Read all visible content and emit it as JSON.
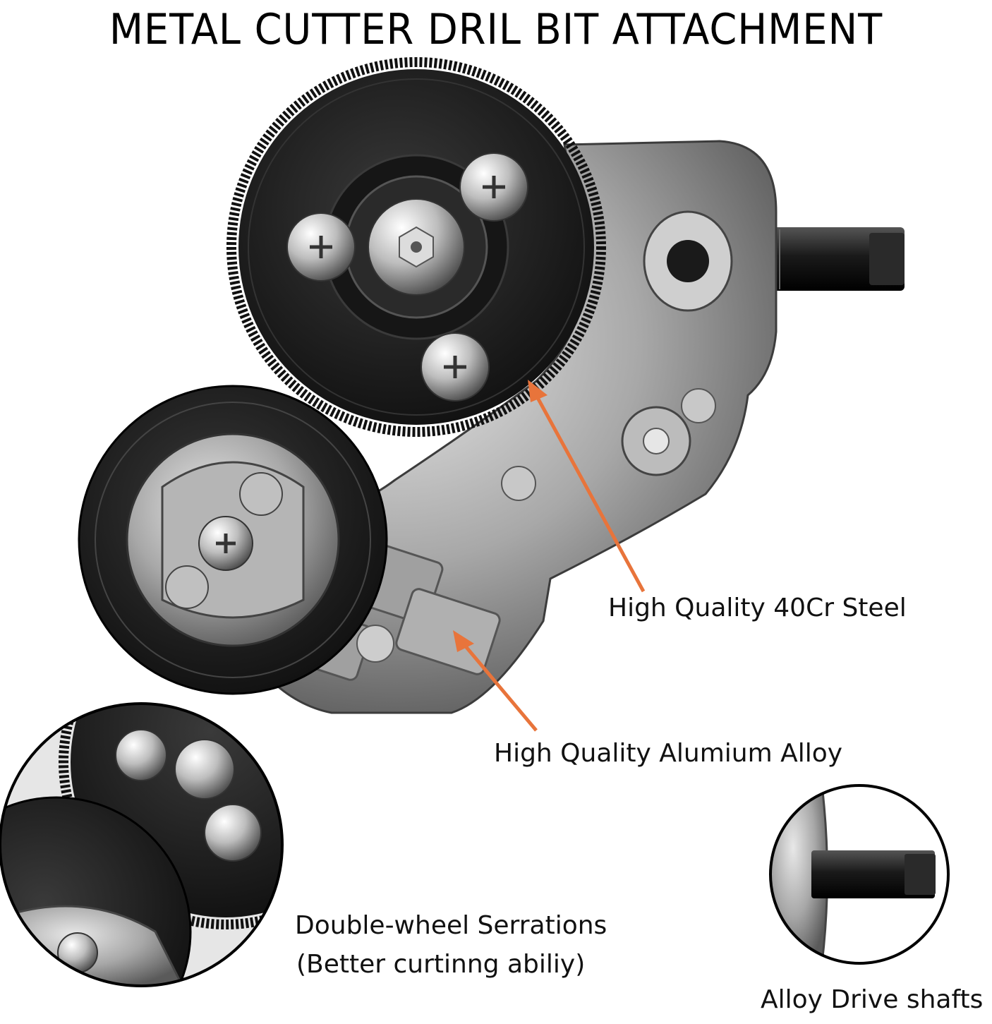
{
  "title": "METAL CUTTER DRIL BIT ATTACHMENT",
  "callouts": {
    "steel": "High Quality 40Cr Steel",
    "alloy": "High Quality Alumium Alloy",
    "serrations_line1": "Double-wheel Serrations",
    "serrations_line2": "(Better curtinng abiliy)",
    "shaft": "Alloy Drive shafts"
  },
  "colors": {
    "arrow": "#e8743b",
    "steel_dark": "#1c1c1c",
    "aluminium": "#a9a9a9"
  },
  "icons": [
    "gear-wheel",
    "cutter-disc",
    "hex-shank",
    "screw"
  ]
}
